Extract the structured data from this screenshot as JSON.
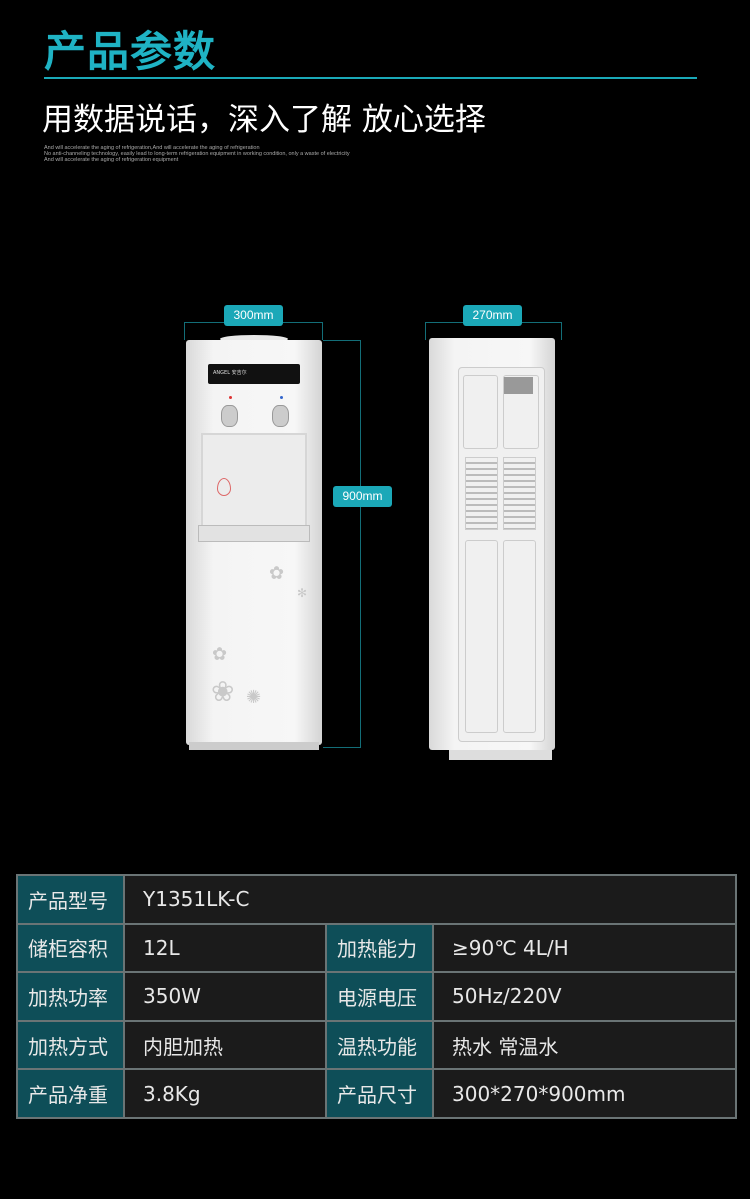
{
  "header": {
    "title": "产品参数",
    "subtitle": "用数据说话，深入了解 放心选择",
    "fine_print": [
      "And will accelerate the aging of refrigeration,And will accelerate the aging of refrigeration",
      "No anti-channeling technology, easily lead to long-term refrigeration equipment in working condition, only a waste of electricity",
      "And will accelerate the aging of refrigeration equipment"
    ]
  },
  "product_image": {
    "brand_logo": "ANGEL 安吉尔",
    "front_width": "300mm",
    "side_width": "270mm",
    "height": "900mm"
  },
  "specs": {
    "model_label": "产品型号",
    "model_value": "Y1351LK-C",
    "rows": [
      {
        "l1": "储柜容积",
        "v1": "12L",
        "l2": "加热能力",
        "v2": "≥90℃ 4L/H"
      },
      {
        "l1": "加热功率",
        "v1": "350W",
        "l2": "电源电压",
        "v2": "50Hz/220V"
      },
      {
        "l1": "加热方式",
        "v1": "内胆加热",
        "l2": "温热功能",
        "v2": "热水 常温水"
      },
      {
        "l1": "产品净重",
        "v1": "3.8Kg",
        "l2": "产品尺寸",
        "v2": "300*270*900mm"
      }
    ]
  },
  "colors": {
    "accent": "#1fb3c4",
    "label_bg": "#0e4e58",
    "cell_bg": "#1b1b1b"
  }
}
